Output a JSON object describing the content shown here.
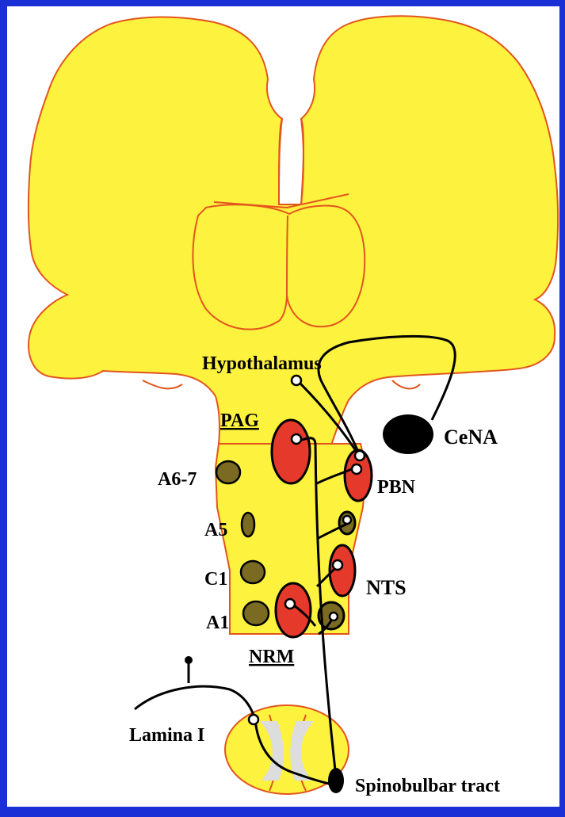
{
  "colors": {
    "frame": "#1a2fd6",
    "background": "#ffffff",
    "tissue": "#fdf23e",
    "tissue_outline": "#e2551e",
    "nucleus_red": "#e53a2b",
    "nucleus_olive": "#7a6a22",
    "gray_matter": "#dddddd",
    "fiber": "#000000"
  },
  "labels": {
    "hypothalamus": "Hypothalamus",
    "pag": "PAG",
    "cena": "CeNA",
    "a6_7": "A6-7",
    "pbn": "PBN",
    "a5": "A5",
    "c1": "C1",
    "nts": "NTS",
    "a1": "A1",
    "nrm": "NRM",
    "lamina_i": "Lamina I",
    "spinobulbar_tract": "Spinobulbar tract"
  }
}
